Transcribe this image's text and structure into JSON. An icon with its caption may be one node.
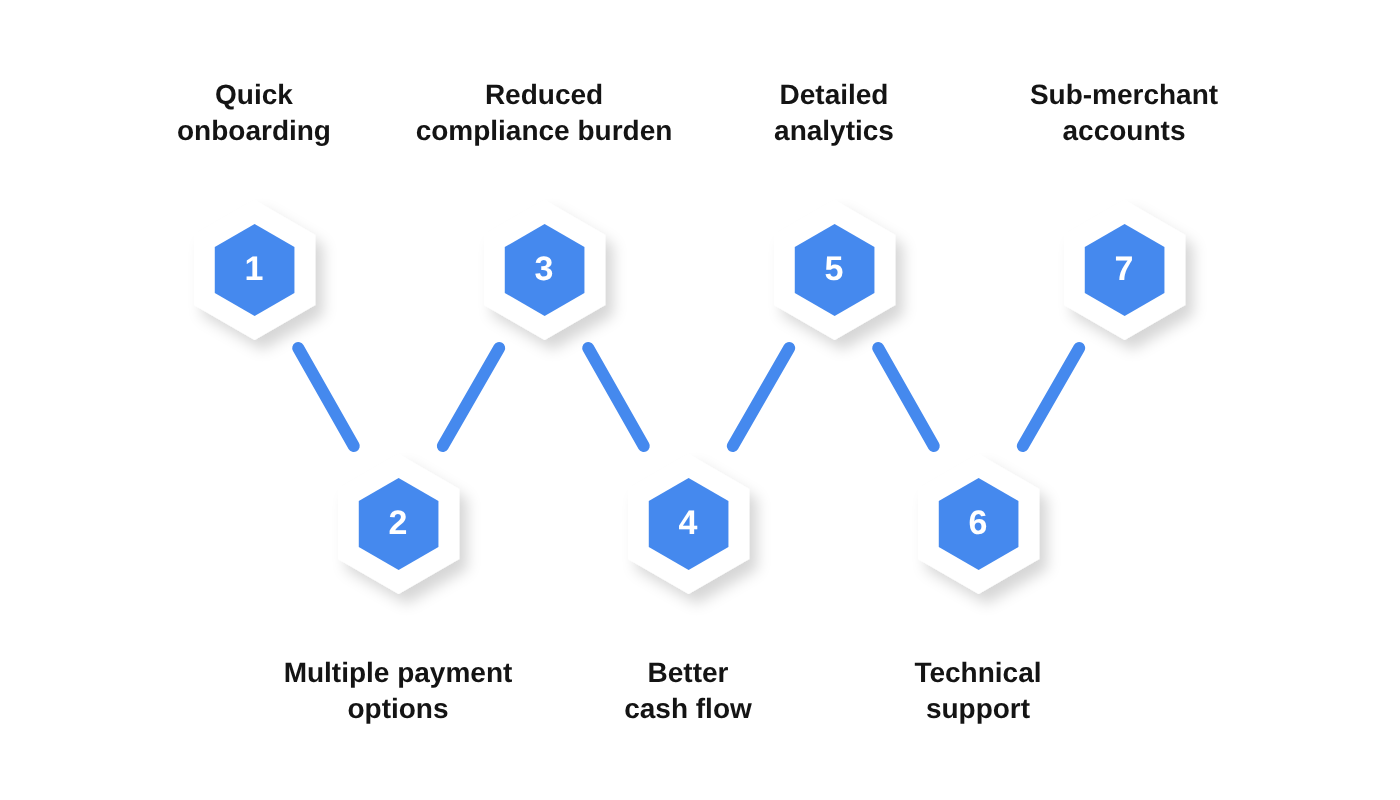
{
  "diagram": {
    "nodes": [
      {
        "text": [
          "1"
        ],
        "beside": [
          "Quick onboarding"
        ]
      },
      {
        "text": [
          "2"
        ],
        "beside": [
          "Multiple payment options"
        ]
      },
      {
        "text": [
          "3"
        ],
        "beside": [
          "Reduced compliance burden"
        ]
      },
      {
        "text": [
          "4"
        ],
        "beside": [
          "Better cash flow"
        ]
      },
      {
        "text": [
          "5"
        ],
        "beside": [
          "Detailed analytics"
        ]
      },
      {
        "text": [
          "6"
        ],
        "beside": [
          "Technical support"
        ]
      },
      {
        "text": [
          "7"
        ],
        "beside": [
          "Sub-merchant accounts"
        ]
      }
    ],
    "edges": [
      {
        "from": 0,
        "to": 1,
        "arrow": "none"
      },
      {
        "from": 1,
        "to": 2,
        "arrow": "none"
      },
      {
        "from": 2,
        "to": 3,
        "arrow": "none"
      },
      {
        "from": 3,
        "to": 4,
        "arrow": "none"
      },
      {
        "from": 4,
        "to": 5,
        "arrow": "none"
      },
      {
        "from": 5,
        "to": 6,
        "arrow": "none"
      }
    ]
  }
}
